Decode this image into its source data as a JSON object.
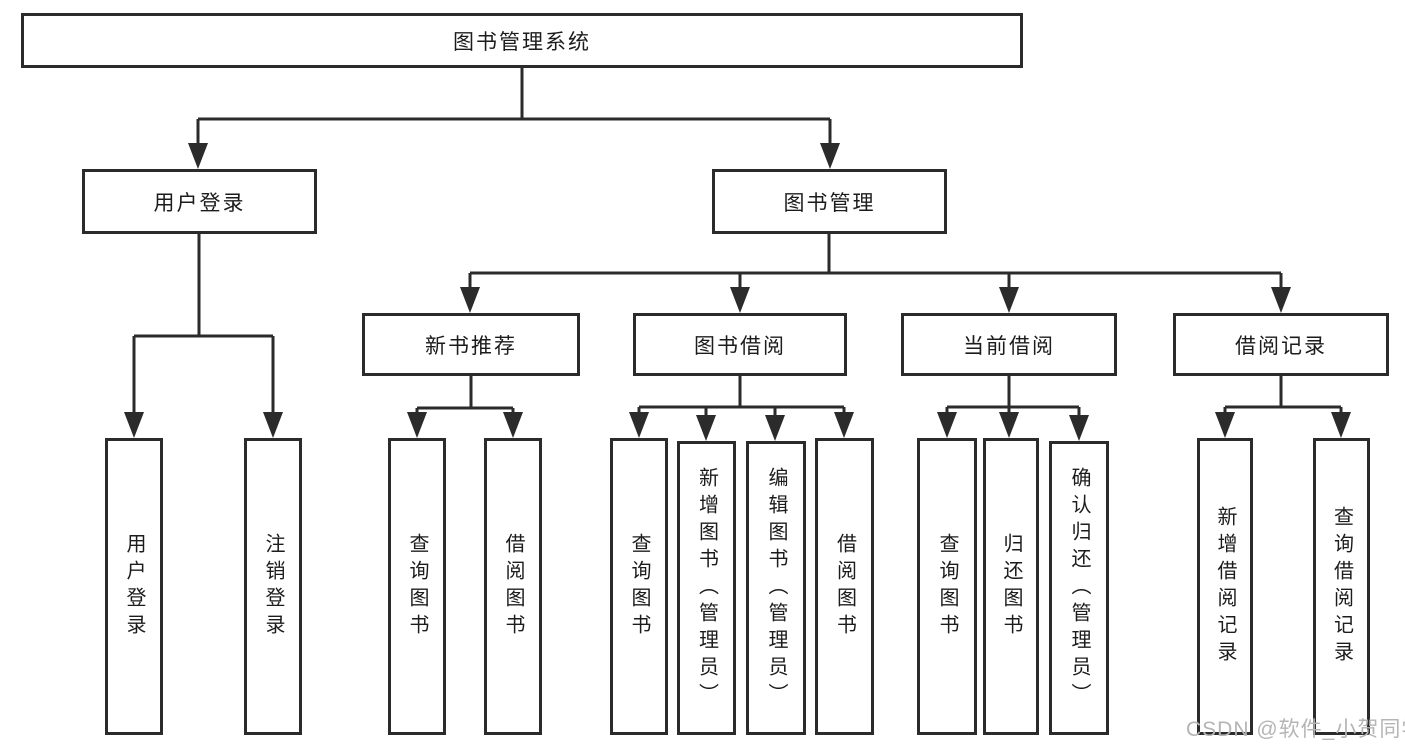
{
  "diagram": {
    "root": "图书管理系统",
    "level2": {
      "login": "用户登录",
      "management": "图书管理"
    },
    "level3": {
      "new_book": "新书推荐",
      "borrow": "图书借阅",
      "current": "当前借阅",
      "records": "借阅记录"
    },
    "leaves": {
      "login": [
        "用户登录",
        "注销登录"
      ],
      "new_book": [
        "查询图书",
        "借阅图书"
      ],
      "borrow": [
        "查询图书",
        "新增图书（管理员）",
        "编辑图书（管理员）",
        "借阅图书"
      ],
      "current": [
        "查询图书",
        "归还图书",
        "确认归还（管理员）"
      ],
      "records": [
        "新增借阅记录",
        "查询借阅记录"
      ]
    }
  },
  "watermark": "CSDN @软件_小贺同学",
  "colors": {
    "line": "#2b2b2b",
    "box_border": "#2b2b2b",
    "box_background": "#ffffff",
    "text": "#1c1c1c",
    "watermark": "#b5b5b5",
    "background": "#ffffff"
  }
}
